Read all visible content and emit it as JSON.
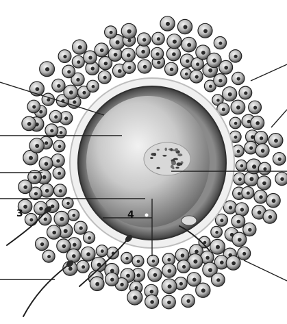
{
  "figure": {
    "subject": "oocyte-with-corona-radiata",
    "labels": [
      {
        "id": "label-3",
        "text": "3"
      },
      {
        "id": "label-4",
        "text": "4"
      }
    ]
  }
}
